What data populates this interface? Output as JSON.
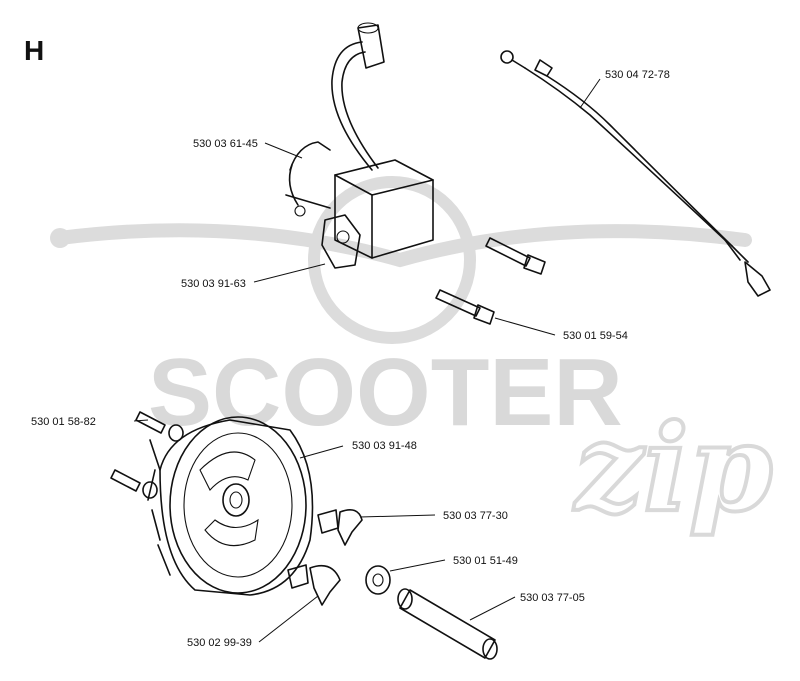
{
  "section_letter": "H",
  "watermark": {
    "brand_line1": "SCOOTER",
    "brand_line2": "zip"
  },
  "colors": {
    "ink": "#111111",
    "watermark": "#d9d9d9",
    "background": "#ffffff"
  },
  "part_numbers": {
    "wiring_harness": "530 04 72-78",
    "coil_bracket": "530 03 61-45",
    "ignition_module": "530 03 91-63",
    "module_screw": "530 01 59-54",
    "flywheel_screw": "530 01 58-82",
    "flywheel": "530 03 91-48",
    "pawl_spring": "530 03 77-30",
    "washer": "530 01 51-49",
    "pawl": "530 02 99-39",
    "sleeve": "530 03 77-05"
  }
}
